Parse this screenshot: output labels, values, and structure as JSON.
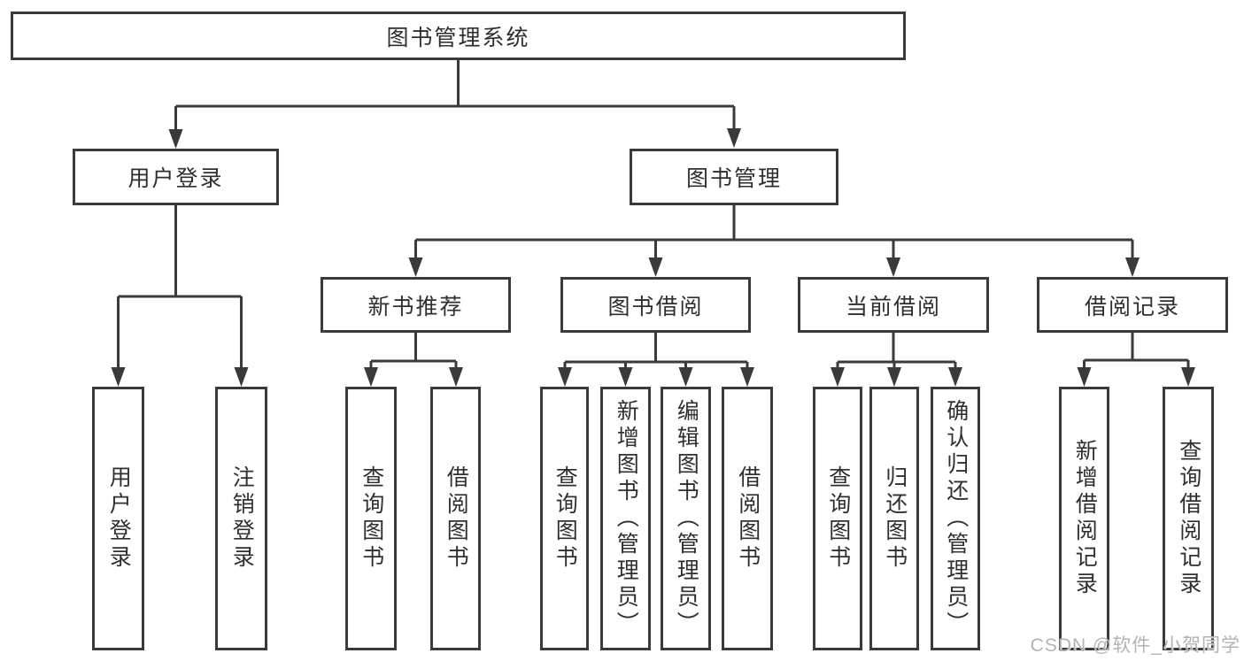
{
  "diagram": {
    "root": {
      "label": "图书管理系统",
      "children": [
        {
          "label": "用户登录",
          "children": [
            {
              "label": "用户登录"
            },
            {
              "label": "注销登录"
            }
          ]
        },
        {
          "label": "图书管理",
          "children": [
            {
              "label": "新书推荐",
              "children": [
                {
                  "label": "查询图书"
                },
                {
                  "label": "借阅图书"
                }
              ]
            },
            {
              "label": "图书借阅",
              "children": [
                {
                  "label": "查询图书"
                },
                {
                  "label": "新增图书（管理员）"
                },
                {
                  "label": "编辑图书（管理员）"
                },
                {
                  "label": "借阅图书"
                }
              ]
            },
            {
              "label": "当前借阅",
              "children": [
                {
                  "label": "查询图书"
                },
                {
                  "label": "归还图书"
                },
                {
                  "label": "确认归还（管理员）"
                }
              ]
            },
            {
              "label": "借阅记录",
              "children": [
                {
                  "label": "新增借阅记录"
                },
                {
                  "label": "查询借阅记录"
                }
              ]
            }
          ]
        }
      ]
    }
  },
  "watermark": {
    "text": "CSDN @软件_小贺同学"
  },
  "colors": {
    "line": "#3a3a3a",
    "text": "#2f2f2f",
    "watermark": "#b3b3b3",
    "background": "#ffffff"
  }
}
